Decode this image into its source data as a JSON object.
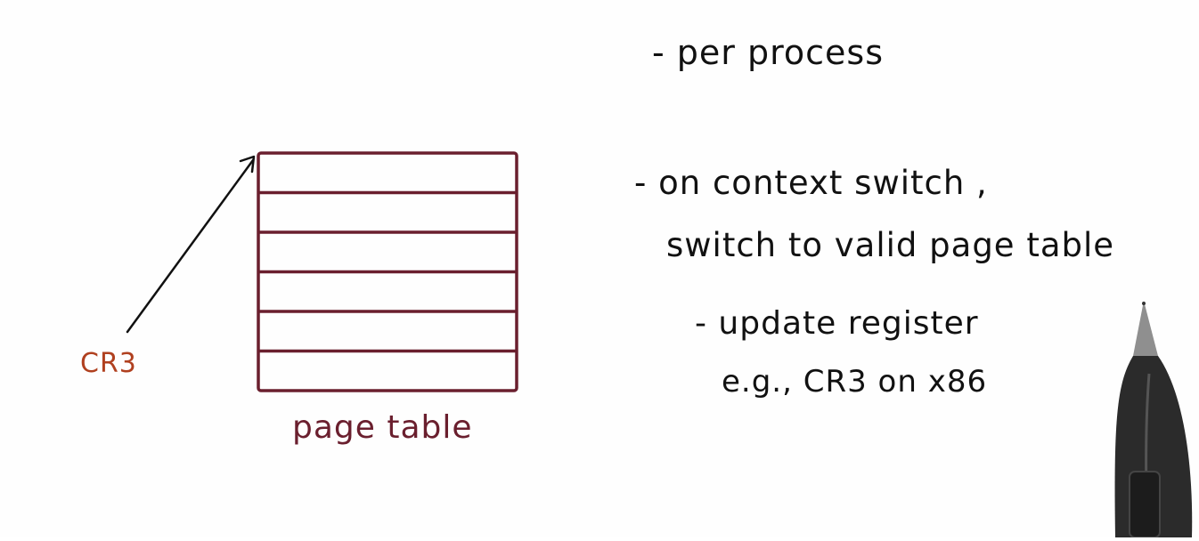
{
  "diagram": {
    "pointer_label": "CR3",
    "table_caption": "page table",
    "table_entries": 6,
    "notes": [
      "- per process",
      "- on context switch ,",
      "switch to valid page table",
      "- update register",
      "e.g., CR3 on x86"
    ]
  },
  "colors": {
    "table": "#6a1f2e",
    "pointer_label": "#b0401f",
    "ink": "#111111",
    "pen_body": "#2b2b2b",
    "pen_tip": "#8f8f8f"
  },
  "icons": {
    "pen": "stylus-pen-icon"
  }
}
